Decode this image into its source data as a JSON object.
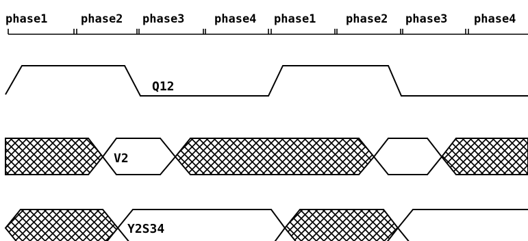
{
  "phases": [
    "phase1",
    "phase2",
    "phase3",
    "phase4",
    "phase1",
    "phase2",
    "phase3",
    "phase4"
  ],
  "signals": {
    "q12": {
      "label": "Q12"
    },
    "v2": {
      "label": "V2"
    },
    "v2s34": {
      "label": "Y2S34"
    }
  },
  "colors": {
    "ink": "#000000",
    "background": "#ffffff"
  }
}
